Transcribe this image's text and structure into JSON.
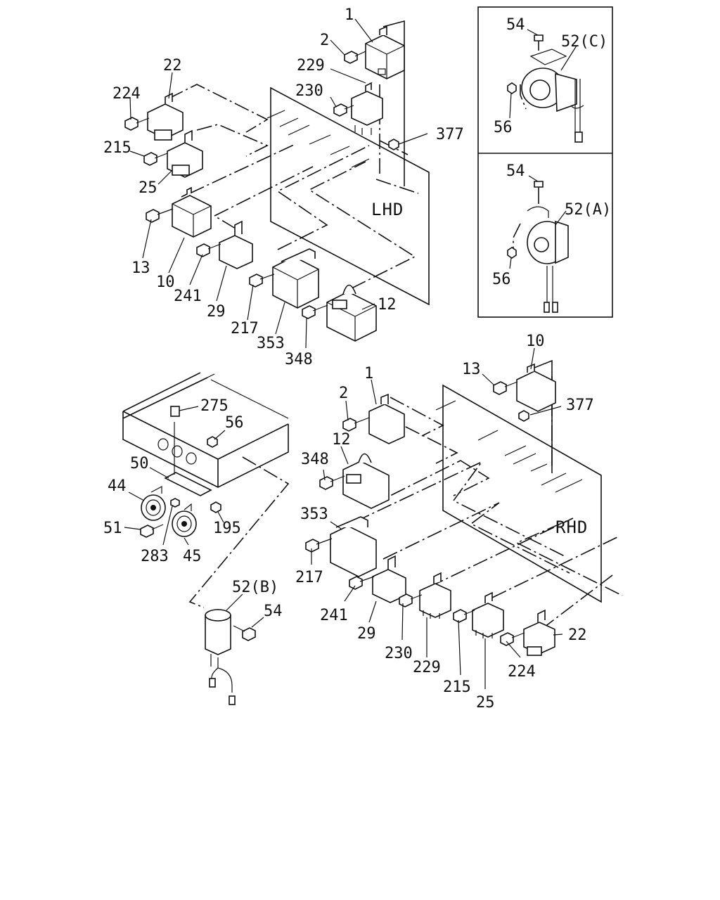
{
  "diagram": {
    "lhd_label": "LHD",
    "rhd_label": "RHD",
    "callouts": {
      "l1": "1",
      "l2": "2",
      "l22": "22",
      "l224": "224",
      "l229": "229",
      "l230": "230",
      "l215": "215",
      "l377": "377",
      "l25": "25",
      "l13": "13",
      "l10": "10",
      "l241": "241",
      "l29": "29",
      "l217": "217",
      "l353": "353",
      "l348": "348",
      "l12": "12",
      "c54": "54",
      "c52": "52(C)",
      "c56": "56",
      "a54": "54",
      "a52": "52(A)",
      "a56": "56",
      "r10": "10",
      "r13": "13",
      "r377": "377",
      "r1": "1",
      "r2": "2",
      "r12": "12",
      "r348": "348",
      "r353": "353",
      "r217": "217",
      "r241": "241",
      "r29": "29",
      "r230": "230",
      "r229": "229",
      "r215": "215",
      "r25": "25",
      "r224": "224",
      "r22": "22",
      "h275": "275",
      "h56": "56",
      "h50": "50",
      "h44": "44",
      "h51": "51",
      "h283": "283",
      "h45": "45",
      "h195": "195",
      "b52": "52(B)",
      "b54": "54"
    }
  }
}
